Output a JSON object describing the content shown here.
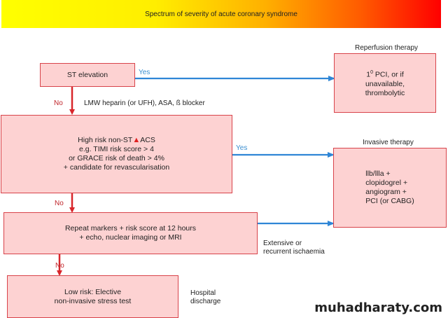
{
  "banner": {
    "title": "Spectrum of severity of acute coronary syndrome"
  },
  "nodes": {
    "st_elevation": "ST elevation",
    "high_risk": [
      "High risk non-ST",
      "ACS",
      "e.g. TIMI risk score > 4",
      "or GRACE risk of death > 4%",
      "+ candidate for revascularisation"
    ],
    "repeat_markers": [
      "Repeat markers + risk score at 12 hours",
      "+ echo, nuclear imaging or MRI"
    ],
    "low_risk": [
      "Low risk: Elective",
      "non-invasive stress test"
    ],
    "reperfusion": [
      "1",
      "0",
      " PCI, or if",
      "unavailable,",
      "thrombolytic"
    ],
    "invasive": [
      "llb/llla +",
      "clopidogrel +",
      "angiogram +",
      "PCI (or CABG)"
    ]
  },
  "labels": {
    "reperfusion_title": "Reperfusion therapy",
    "invasive_title": "Invasive therapy",
    "yes": "Yes",
    "no": "No",
    "medication": "LMW heparin (or UFH), ASA, ß blocker",
    "ischaemia": [
      "Extensive or",
      "recurrent ischaemia"
    ],
    "discharge": [
      "Hospital",
      "discharge"
    ]
  },
  "watermark": "muhadharaty.com",
  "colors": {
    "arrow_red": "#d8262b",
    "arrow_blue": "#2f86d6",
    "box_fill": "#fdd2d2"
  }
}
